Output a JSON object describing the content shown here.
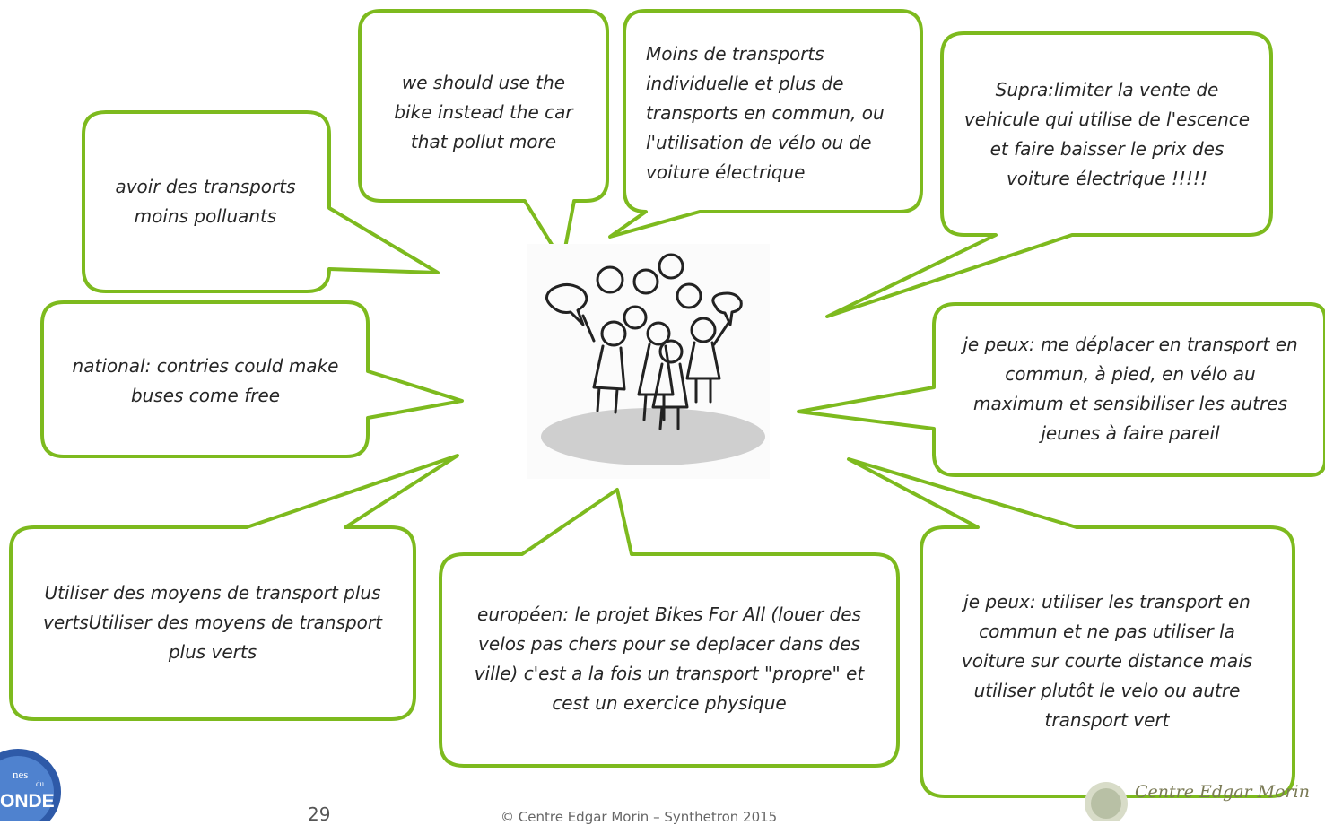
{
  "bubbles": [
    {
      "id": "b1",
      "text": "avoir des transports moins polluants"
    },
    {
      "id": "b2",
      "text": "we should use the bike instead the car that pollut more"
    },
    {
      "id": "b3",
      "text": "Moins de transports individuelle et plus de transports en commun, ou l'utilisation de vélo ou de voiture électrique"
    },
    {
      "id": "b4",
      "text": "Supra:limiter la vente de vehicule qui utilise de l'escence et faire baisser le prix des voiture électrique !!!!!"
    },
    {
      "id": "b5",
      "text": "national: contries could make buses come free"
    },
    {
      "id": "b6",
      "text": "je peux: me déplacer en transport en commun, à pied, en vélo au maximum et sensibiliser les autres jeunes à faire pareil"
    },
    {
      "id": "b7",
      "text": "Utiliser des moyens de transport plus vertsUtiliser des moyens de transport plus verts"
    },
    {
      "id": "b8",
      "text": "européen: le projet Bikes For All (louer des velos pas chers pour se deplacer dans des ville) c'est a la fois un transport \"propre\" et cest un exercice physique"
    },
    {
      "id": "b9",
      "text": "je peux: utiliser les transport en commun et ne pas utiliser la voiture sur courte distance mais utiliser plutôt le velo ou autre transport vert"
    }
  ],
  "footer": {
    "page_number": "29",
    "copyright": "© Centre  Edgar Morin – Synthetron 2015",
    "logo_left_text": [
      "nes",
      "du",
      "ONDE"
    ],
    "logo_right_text": "Centre Edgar Morin"
  },
  "colors": {
    "bubble_border": "#7dba1e",
    "text": "#262626"
  }
}
